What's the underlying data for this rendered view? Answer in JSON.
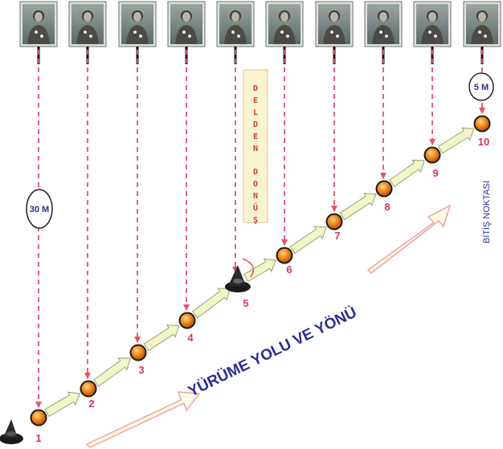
{
  "diagram": {
    "title": "YÜRÜME YOLU VE YÖNÜ",
    "finish_label": "BİTİŞ NOKTASI",
    "distance_start": "30 M",
    "distance_end": "5 M",
    "turn_instruction_lines": [
      "DELDEN",
      "DONÜŞ"
    ],
    "stations": [
      "1",
      "2",
      "3",
      "4",
      "5",
      "6",
      "7",
      "8",
      "9",
      "10"
    ],
    "photo_count": 10,
    "colors": {
      "dashed_line": "#e8506a",
      "station_number": "#d4375d",
      "title": "#2a2f8f",
      "station_fill": "#f08a1c",
      "arrow_fill": "#f2f5c6",
      "note_fill": "#faf3d2",
      "note_border": "#e0c97a",
      "note_text": "#c43c3c"
    }
  }
}
